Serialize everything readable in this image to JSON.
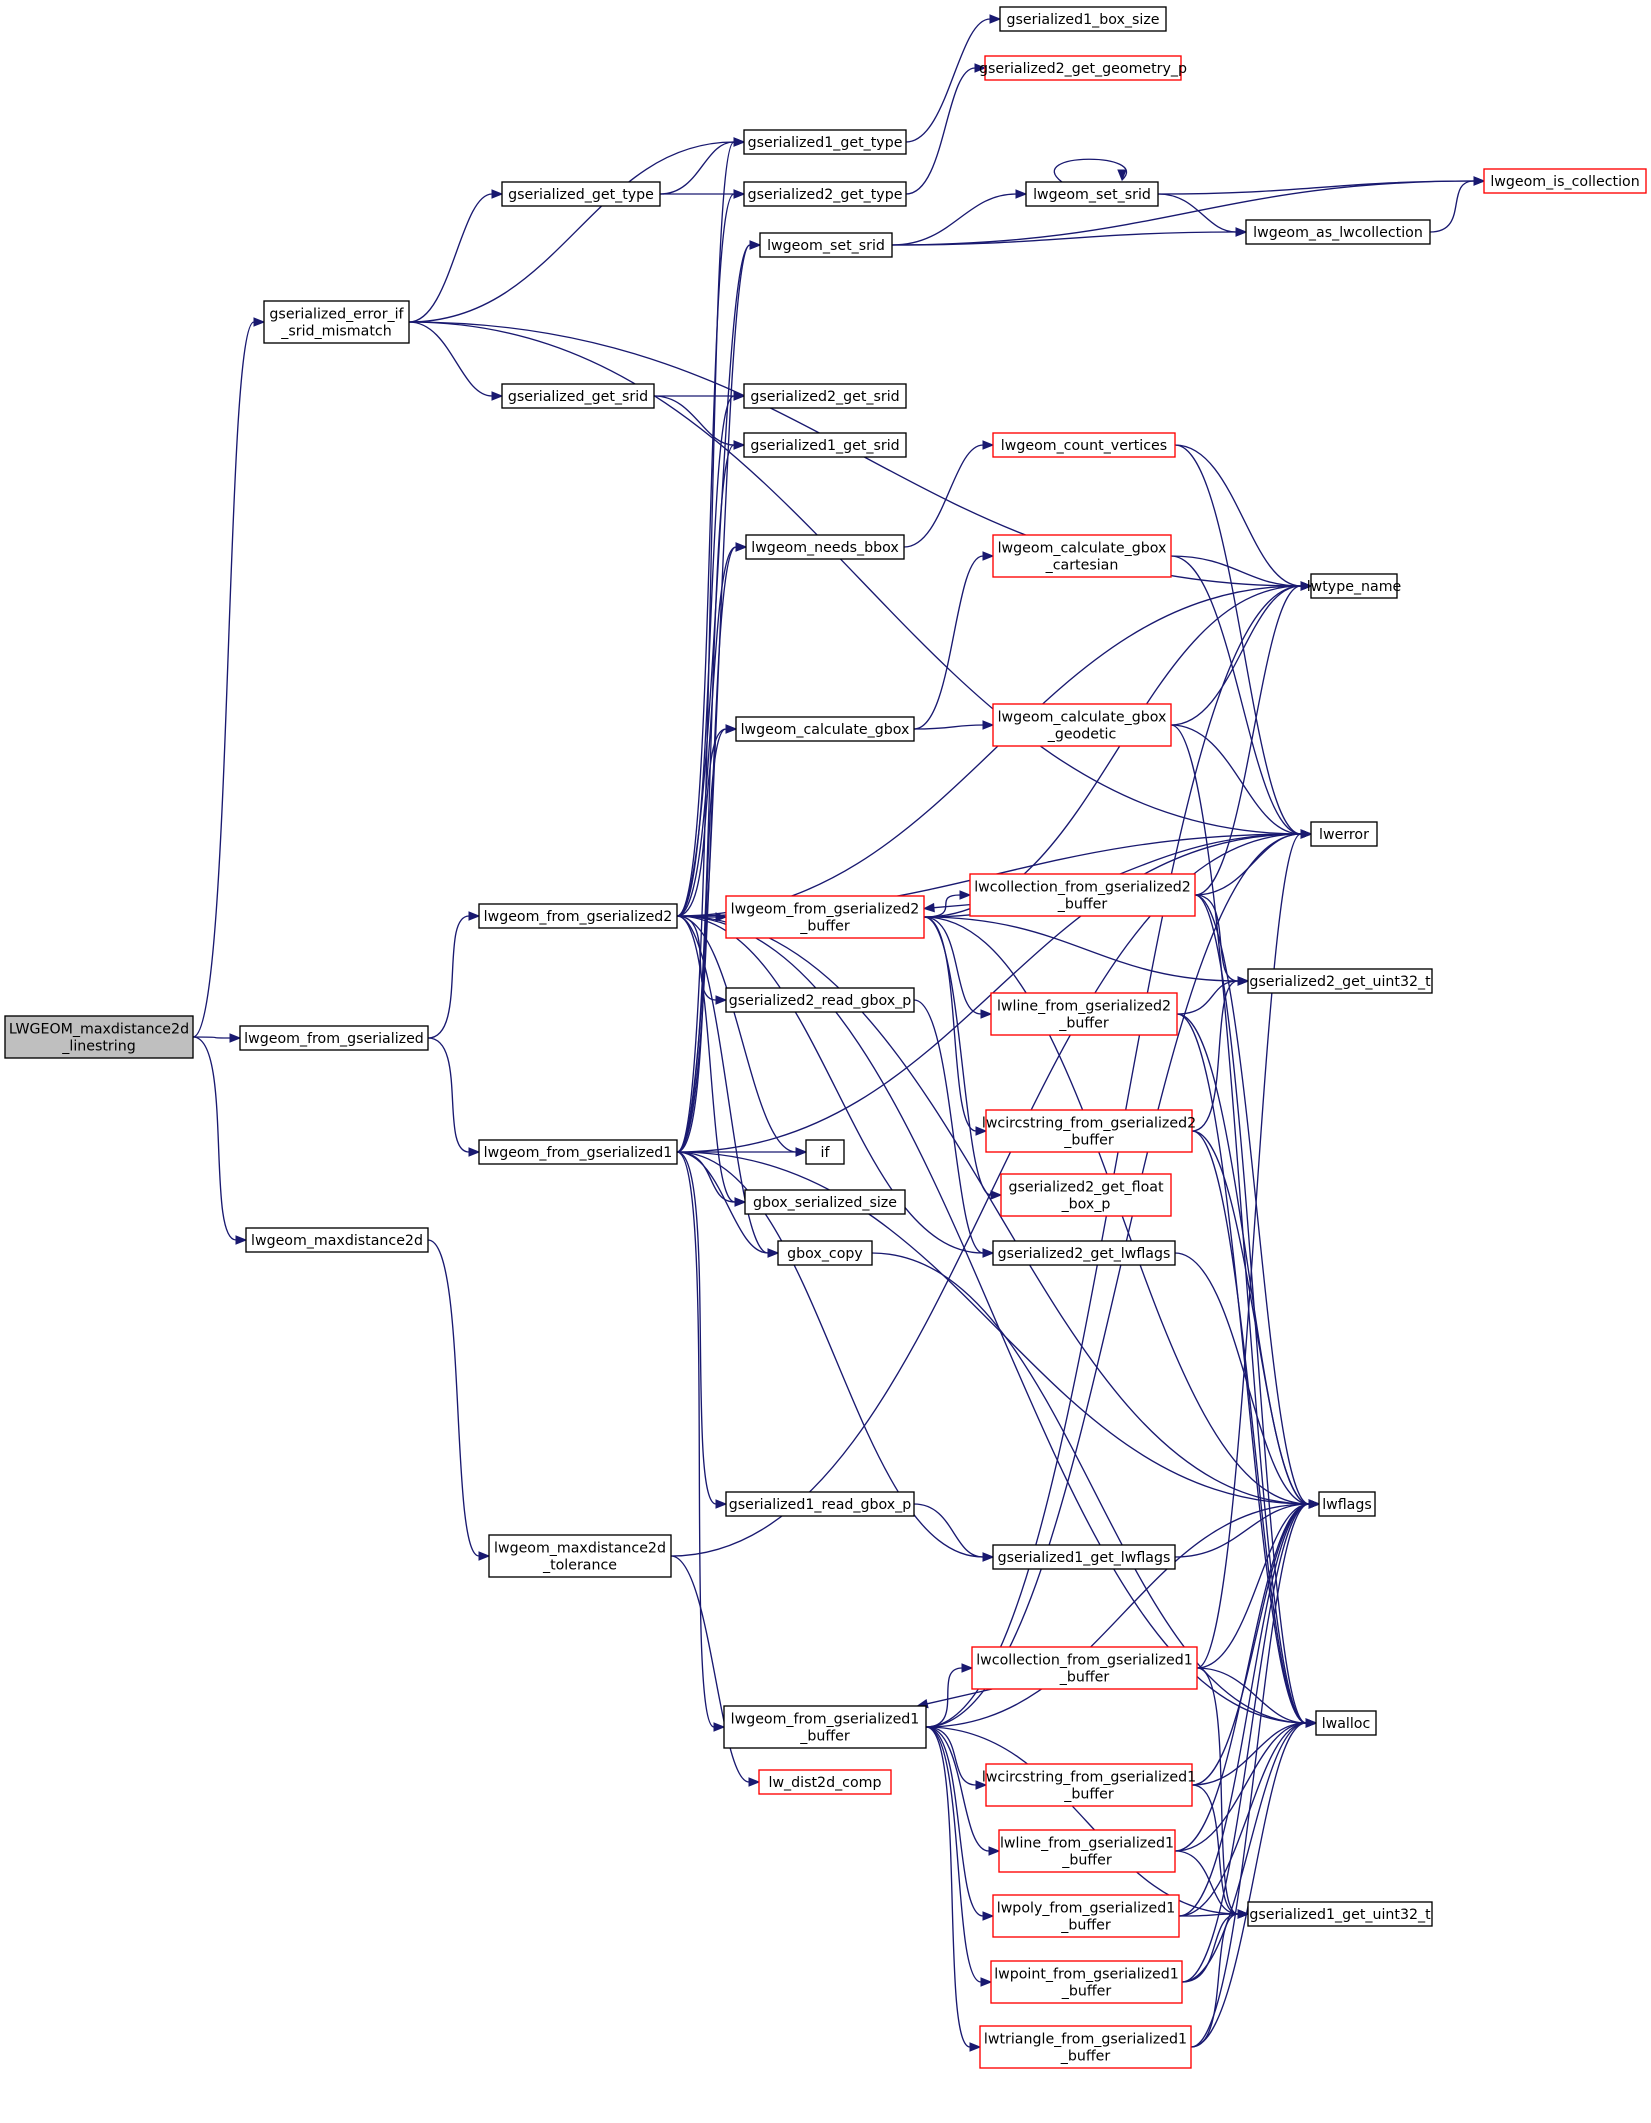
{
  "colors": {
    "edge": "#191970",
    "node_border": "#000000",
    "node_border_truncated": "#ff0000",
    "root_fill": "#bfbfbf",
    "node_fill": "#ffffff"
  },
  "nodes": [
    {
      "id": "root",
      "lines": [
        "LWGEOM_maxdistance2d",
        "_linestring"
      ],
      "style": "root"
    },
    {
      "id": "gerror",
      "lines": [
        "gserialized_error_if",
        "_srid_mismatch"
      ],
      "style": "normal"
    },
    {
      "id": "lfgs",
      "lines": [
        "lwgeom_from_gserialized"
      ],
      "style": "normal"
    },
    {
      "id": "lmd2d",
      "lines": [
        "lwgeom_maxdistance2d"
      ],
      "style": "normal"
    },
    {
      "id": "ggt",
      "lines": [
        "gserialized_get_type"
      ],
      "style": "normal"
    },
    {
      "id": "ggs",
      "lines": [
        "gserialized_get_srid"
      ],
      "style": "normal"
    },
    {
      "id": "lfg2",
      "lines": [
        "lwgeom_from_gserialized2"
      ],
      "style": "normal"
    },
    {
      "id": "lfg1",
      "lines": [
        "lwgeom_from_gserialized1"
      ],
      "style": "normal"
    },
    {
      "id": "lmd2dt",
      "lines": [
        "lwgeom_maxdistance2d",
        "_tolerance"
      ],
      "style": "normal"
    },
    {
      "id": "g1bs",
      "lines": [
        "gserialized1_box_size"
      ],
      "style": "normal"
    },
    {
      "id": "g2ggp",
      "lines": [
        "gserialized2_get_geometry_p"
      ],
      "style": "red"
    },
    {
      "id": "g1gt",
      "lines": [
        "gserialized1_get_type"
      ],
      "style": "normal"
    },
    {
      "id": "g2gt",
      "lines": [
        "gserialized2_get_type"
      ],
      "style": "normal"
    },
    {
      "id": "lss1",
      "lines": [
        "lwgeom_set_srid"
      ],
      "style": "normal"
    },
    {
      "id": "g2gs",
      "lines": [
        "gserialized2_get_srid"
      ],
      "style": "normal"
    },
    {
      "id": "g1gs",
      "lines": [
        "gserialized1_get_srid"
      ],
      "style": "normal"
    },
    {
      "id": "lnb",
      "lines": [
        "lwgeom_needs_bbox"
      ],
      "style": "normal"
    },
    {
      "id": "lcg",
      "lines": [
        "lwgeom_calculate_gbox"
      ],
      "style": "normal"
    },
    {
      "id": "lfg2b",
      "lines": [
        "lwgeom_from_gserialized2",
        "_buffer"
      ],
      "style": "red"
    },
    {
      "id": "g2rgp",
      "lines": [
        "gserialized2_read_gbox_p"
      ],
      "style": "normal"
    },
    {
      "id": "if",
      "lines": [
        "if"
      ],
      "style": "normal"
    },
    {
      "id": "gss",
      "lines": [
        "gbox_serialized_size"
      ],
      "style": "normal"
    },
    {
      "id": "gcopy",
      "lines": [
        "gbox_copy"
      ],
      "style": "normal"
    },
    {
      "id": "g1rgp",
      "lines": [
        "gserialized1_read_gbox_p"
      ],
      "style": "normal"
    },
    {
      "id": "lfg1b",
      "lines": [
        "lwgeom_from_gserialized1",
        "_buffer"
      ],
      "style": "normal"
    },
    {
      "id": "ldc",
      "lines": [
        "lw_dist2d_comp"
      ],
      "style": "red"
    },
    {
      "id": "lss2",
      "lines": [
        "lwgeom_set_srid"
      ],
      "style": "normal"
    },
    {
      "id": "lcv",
      "lines": [
        "lwgeom_count_vertices"
      ],
      "style": "red"
    },
    {
      "id": "lcgc",
      "lines": [
        "lwgeom_calculate_gbox",
        "_cartesian"
      ],
      "style": "red"
    },
    {
      "id": "lcgg",
      "lines": [
        "lwgeom_calculate_gbox",
        "_geodetic"
      ],
      "style": "red"
    },
    {
      "id": "lcfg2b",
      "lines": [
        "lwcollection_from_gserialized2",
        "_buffer"
      ],
      "style": "red"
    },
    {
      "id": "llfg2b",
      "lines": [
        "lwline_from_gserialized2",
        "_buffer"
      ],
      "style": "red"
    },
    {
      "id": "lccfg2b",
      "lines": [
        "lwcircstring_from_gserialized2",
        "_buffer"
      ],
      "style": "red"
    },
    {
      "id": "g2gfbp",
      "lines": [
        "gserialized2_get_float",
        "_box_p"
      ],
      "style": "red"
    },
    {
      "id": "g2glf",
      "lines": [
        "gserialized2_get_lwflags"
      ],
      "style": "normal"
    },
    {
      "id": "g1glf",
      "lines": [
        "gserialized1_get_lwflags"
      ],
      "style": "normal"
    },
    {
      "id": "lcfg1b",
      "lines": [
        "lwcollection_from_gserialized1",
        "_buffer"
      ],
      "style": "red"
    },
    {
      "id": "lccfg1b",
      "lines": [
        "lwcircstring_from_gserialized1",
        "_buffer"
      ],
      "style": "red"
    },
    {
      "id": "llfg1b",
      "lines": [
        "lwline_from_gserialized1",
        "_buffer"
      ],
      "style": "red"
    },
    {
      "id": "lpfg1b",
      "lines": [
        "lwpoly_from_gserialized1",
        "_buffer"
      ],
      "style": "red"
    },
    {
      "id": "lptfg1b",
      "lines": [
        "lwpoint_from_gserialized1",
        "_buffer"
      ],
      "style": "red"
    },
    {
      "id": "ltfg1b",
      "lines": [
        "lwtriangle_from_gserialized1",
        "_buffer"
      ],
      "style": "red"
    },
    {
      "id": "lic",
      "lines": [
        "lwgeom_is_collection"
      ],
      "style": "red"
    },
    {
      "id": "lal",
      "lines": [
        "lwgeom_as_lwcollection"
      ],
      "style": "normal"
    },
    {
      "id": "ltn",
      "lines": [
        "lwtype_name"
      ],
      "style": "normal"
    },
    {
      "id": "lerr",
      "lines": [
        "lwerror"
      ],
      "style": "normal"
    },
    {
      "id": "g2gu",
      "lines": [
        "gserialized2_get_uint32_t"
      ],
      "style": "normal"
    },
    {
      "id": "lfl",
      "lines": [
        "lwflags"
      ],
      "style": "normal"
    },
    {
      "id": "lalloc",
      "lines": [
        "lwalloc"
      ],
      "style": "normal"
    },
    {
      "id": "g1gu",
      "lines": [
        "gserialized1_get_uint32_t"
      ],
      "style": "normal"
    }
  ],
  "edges": [
    [
      "root",
      "gerror"
    ],
    [
      "root",
      "lfgs"
    ],
    [
      "root",
      "lmd2d"
    ],
    [
      "gerror",
      "g1gt"
    ],
    [
      "gerror",
      "ggt"
    ],
    [
      "gerror",
      "ggs"
    ],
    [
      "gerror",
      "ltn"
    ],
    [
      "gerror",
      "lerr"
    ],
    [
      "ggt",
      "g1gt"
    ],
    [
      "ggt",
      "g2gt"
    ],
    [
      "ggs",
      "g2gs"
    ],
    [
      "ggs",
      "g1gs"
    ],
    [
      "lfgs",
      "lfg2"
    ],
    [
      "lfgs",
      "lfg1"
    ],
    [
      "lmd2d",
      "lmd2dt"
    ],
    [
      "lmd2dt",
      "lerr"
    ],
    [
      "lmd2dt",
      "ldc"
    ],
    [
      "g1gt",
      "g1bs"
    ],
    [
      "g2gt",
      "g2ggp"
    ],
    [
      "lss1",
      "lic"
    ],
    [
      "lss1",
      "lss2"
    ],
    [
      "lss1",
      "lal"
    ],
    [
      "lss2",
      "lss2"
    ],
    [
      "lss2",
      "lic"
    ],
    [
      "lss2",
      "lal"
    ],
    [
      "lal",
      "lic"
    ],
    [
      "lnb",
      "lcv"
    ],
    [
      "lcv",
      "ltn"
    ],
    [
      "lcv",
      "lerr"
    ],
    [
      "lcg",
      "lcgc"
    ],
    [
      "lcg",
      "lcgg"
    ],
    [
      "lcgc",
      "ltn"
    ],
    [
      "lcgc",
      "lerr"
    ],
    [
      "lcgg",
      "ltn"
    ],
    [
      "lcgg",
      "lerr"
    ],
    [
      "lcgg",
      "lalloc"
    ],
    [
      "lfg2",
      "g2gt"
    ],
    [
      "lfg2",
      "lss1"
    ],
    [
      "lfg2",
      "g2gs"
    ],
    [
      "lfg2",
      "lnb"
    ],
    [
      "lfg2",
      "lcg"
    ],
    [
      "lfg2",
      "lfg2b"
    ],
    [
      "lfg2",
      "g2rgp"
    ],
    [
      "lfg2",
      "if"
    ],
    [
      "lfg2",
      "gss"
    ],
    [
      "lfg2",
      "gcopy"
    ],
    [
      "lfg2",
      "g2glf"
    ],
    [
      "lfg2",
      "lerr"
    ],
    [
      "lfg2",
      "ltn"
    ],
    [
      "lfg2",
      "lfl"
    ],
    [
      "lfg2",
      "lalloc"
    ],
    [
      "lfg1",
      "g1gt"
    ],
    [
      "lfg1",
      "lss1"
    ],
    [
      "lfg1",
      "g1gs"
    ],
    [
      "lfg1",
      "lnb"
    ],
    [
      "lfg1",
      "lcg"
    ],
    [
      "lfg1",
      "if"
    ],
    [
      "lfg1",
      "gss"
    ],
    [
      "lfg1",
      "gcopy"
    ],
    [
      "lfg1",
      "g1rgp"
    ],
    [
      "lfg1",
      "g1glf"
    ],
    [
      "lfg1",
      "lfg1b"
    ],
    [
      "lfg1",
      "lfl"
    ],
    [
      "lfg1",
      "lerr"
    ],
    [
      "lfg2b",
      "ltn"
    ],
    [
      "lfg2b",
      "lerr"
    ],
    [
      "lfg2b",
      "lcfg2b"
    ],
    [
      "lfg2b",
      "g2gu"
    ],
    [
      "lfg2b",
      "llfg2b"
    ],
    [
      "lfg2b",
      "lccfg2b"
    ],
    [
      "lfg2b",
      "g2gfbp"
    ],
    [
      "lfg2b",
      "lfl"
    ],
    [
      "lcfg2b",
      "lfg2b"
    ],
    [
      "lcfg2b",
      "ltn"
    ],
    [
      "lcfg2b",
      "lerr"
    ],
    [
      "lcfg2b",
      "g2gu"
    ],
    [
      "lcfg2b",
      "lfl"
    ],
    [
      "lcfg2b",
      "lalloc"
    ],
    [
      "llfg2b",
      "g2gu"
    ],
    [
      "llfg2b",
      "lfl"
    ],
    [
      "llfg2b",
      "lalloc"
    ],
    [
      "lccfg2b",
      "g2gu"
    ],
    [
      "lccfg2b",
      "lfl"
    ],
    [
      "lccfg2b",
      "lalloc"
    ],
    [
      "g2rgp",
      "g2glf"
    ],
    [
      "g2glf",
      "lfl"
    ],
    [
      "gcopy",
      "lalloc"
    ],
    [
      "g1rgp",
      "g1glf"
    ],
    [
      "g1glf",
      "lfl"
    ],
    [
      "lfg1b",
      "ltn"
    ],
    [
      "lfg1b",
      "lcfg1b"
    ],
    [
      "lfg1b",
      "lerr"
    ],
    [
      "lfg1b",
      "lccfg1b"
    ],
    [
      "lfg1b",
      "llfg1b"
    ],
    [
      "lfg1b",
      "lpfg1b"
    ],
    [
      "lfg1b",
      "lptfg1b"
    ],
    [
      "lfg1b",
      "ltfg1b"
    ],
    [
      "lfg1b",
      "g1gu"
    ],
    [
      "lfg1b",
      "lfl"
    ],
    [
      "lcfg1b",
      "lfg1b"
    ],
    [
      "lcfg1b",
      "lerr"
    ],
    [
      "lcfg1b",
      "lfl"
    ],
    [
      "lcfg1b",
      "lalloc"
    ],
    [
      "lcfg1b",
      "g1gu"
    ],
    [
      "lccfg1b",
      "lfl"
    ],
    [
      "lccfg1b",
      "lalloc"
    ],
    [
      "lccfg1b",
      "g1gu"
    ],
    [
      "llfg1b",
      "lfl"
    ],
    [
      "llfg1b",
      "lalloc"
    ],
    [
      "llfg1b",
      "g1gu"
    ],
    [
      "lpfg1b",
      "lfl"
    ],
    [
      "lpfg1b",
      "lalloc"
    ],
    [
      "lpfg1b",
      "g1gu"
    ],
    [
      "lptfg1b",
      "lfl"
    ],
    [
      "lptfg1b",
      "lalloc"
    ],
    [
      "lptfg1b",
      "g1gu"
    ],
    [
      "ltfg1b",
      "lfl"
    ],
    [
      "ltfg1b",
      "lalloc"
    ],
    [
      "ltfg1b",
      "g1gu"
    ]
  ]
}
